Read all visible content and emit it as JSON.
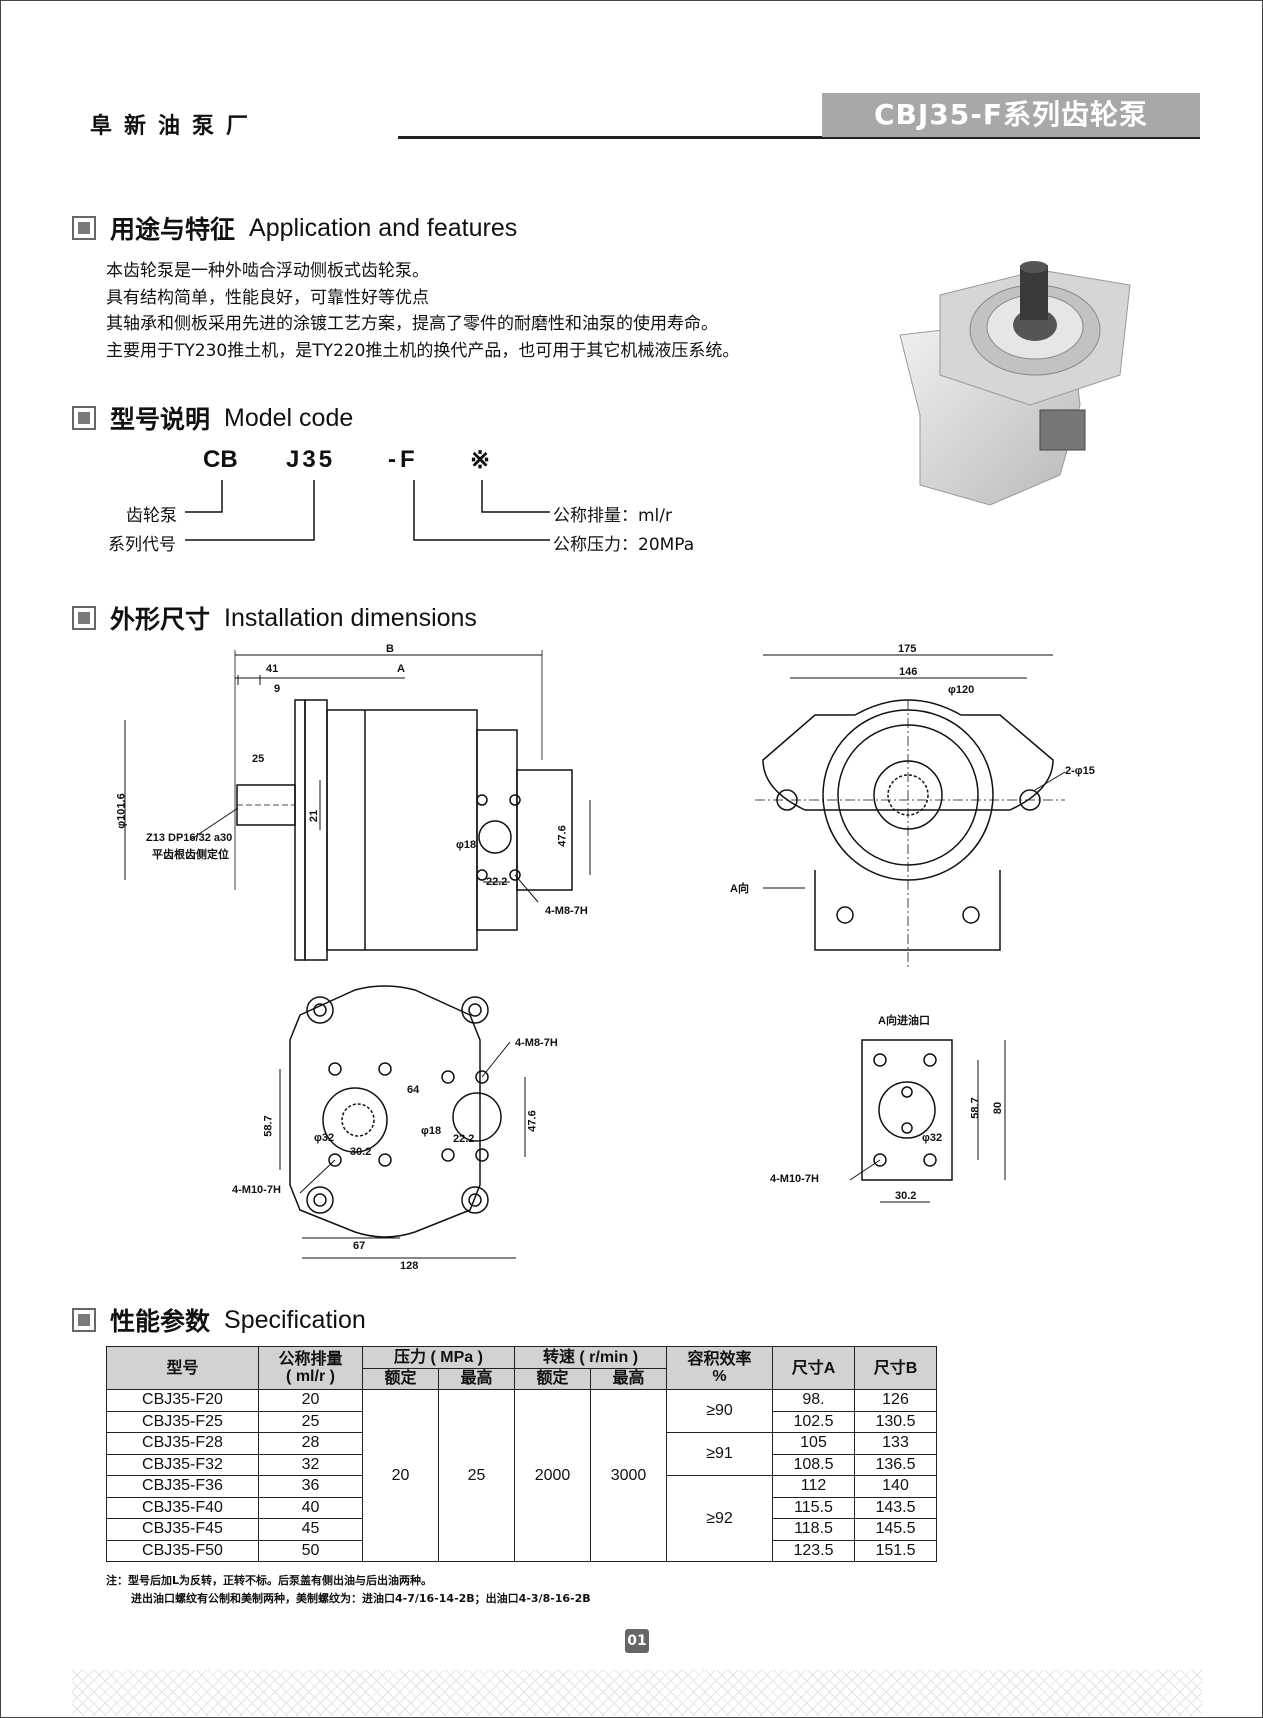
{
  "header": {
    "company": "阜新油泵厂",
    "title": "CBJ35-F系列齿轮泵"
  },
  "sections": {
    "application": {
      "zh": "用途与特征",
      "en": "Application and features",
      "lines": [
        "本齿轮泵是一种外啮合浮动侧板式齿轮泵。",
        "具有结构简单，性能良好，可靠性好等优点",
        "其轴承和侧板采用先进的涂镀工艺方案，提高了零件的耐磨性和油泵的使用寿命。",
        "主要用于TY230推土机，是TY220推土机的换代产品，也可用于其它机械液压系统。"
      ]
    },
    "model": {
      "zh": "型号说明",
      "en": "Model code"
    },
    "dimensions": {
      "zh": "外形尺寸",
      "en": "Installation dimensions"
    },
    "spec": {
      "zh": "性能参数",
      "en": "Specification"
    }
  },
  "model_code": {
    "parts": [
      "CB",
      "J35",
      "-F",
      "※"
    ],
    "labels": {
      "pump": "齿轮泵",
      "series": "系列代号",
      "displacement": "公称排量：ml/r",
      "pressure": "公称压力：20MPa"
    }
  },
  "dims": {
    "side": {
      "B": "B",
      "A": "A",
      "d41": "41",
      "d9": "9",
      "d25": "25",
      "dia101": "φ101.6",
      "d21": "21",
      "spline": "Z13 DP16/32 a30",
      "spline_note": "平齿根齿侧定位",
      "d18": "φ18",
      "d47": "47.6",
      "d22": "22.2",
      "thread": "4-M8-7H"
    },
    "front": {
      "d175": "175",
      "d146": "146",
      "dia120": "φ120",
      "holes": "2-φ15",
      "view": "A向"
    },
    "bottom": {
      "thread8": "4-M8-7H",
      "d64": "64",
      "d58": "58.7",
      "dia32": "φ32",
      "dia18": "φ18",
      "d30": "30.2",
      "d22": "22.2",
      "d47": "47.6",
      "thread10": "4-M10-7H",
      "d67": "67",
      "d128": "128"
    },
    "port": {
      "title": "A向进油口",
      "d58": "58.7",
      "d80": "80",
      "dia32": "φ32",
      "thread10": "4-M10-7H",
      "d30": "30.2"
    }
  },
  "table": {
    "h_model": "型号",
    "h_disp": "公称排量",
    "h_disp_unit": "( ml/r )",
    "h_pressure": "压力 ( MPa )",
    "h_speed": "转速 ( r/min )",
    "h_rated": "额定",
    "h_max": "最高",
    "h_eff": "容积效率",
    "h_eff_unit": "%",
    "h_sizeA": "尺寸A",
    "h_sizeB": "尺寸B",
    "pressure_rated": "20",
    "pressure_max": "25",
    "speed_rated": "2000",
    "speed_max": "3000",
    "eff": [
      "≥90",
      "≥91",
      "≥92"
    ],
    "rows": [
      {
        "model": "CBJ35-F20",
        "disp": "20",
        "a": "98.",
        "b": "126"
      },
      {
        "model": "CBJ35-F25",
        "disp": "25",
        "a": "102.5",
        "b": "130.5"
      },
      {
        "model": "CBJ35-F28",
        "disp": "28",
        "a": "105",
        "b": "133"
      },
      {
        "model": "CBJ35-F32",
        "disp": "32",
        "a": "108.5",
        "b": "136.5"
      },
      {
        "model": "CBJ35-F36",
        "disp": "36",
        "a": "112",
        "b": "140"
      },
      {
        "model": "CBJ35-F40",
        "disp": "40",
        "a": "115.5",
        "b": "143.5"
      },
      {
        "model": "CBJ35-F45",
        "disp": "45",
        "a": "118.5",
        "b": "145.5"
      },
      {
        "model": "CBJ35-F50",
        "disp": "50",
        "a": "123.5",
        "b": "151.5"
      }
    ]
  },
  "note": [
    "注：型号后加L为反转，正转不标。后泵盖有侧出油与后出油两种。",
    "进出油口螺纹有公制和美制两种，美制螺纹为：进油口4-7/16-14-2B；出油口4-3/8-16-2B"
  ],
  "page_number": "01"
}
